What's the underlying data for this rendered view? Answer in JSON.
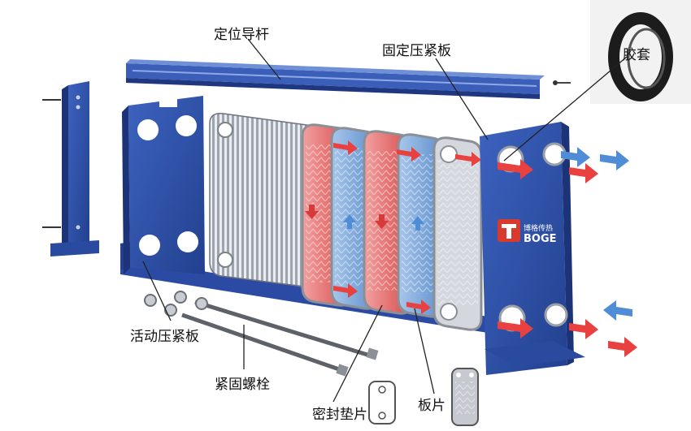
{
  "labels": {
    "guide_rod": "定位导杆",
    "fixed_plate": "固定压紧板",
    "gasket_ring": "胶套",
    "movable_plate": "活动压紧板",
    "tie_bolt": "紧固螺栓",
    "seal_gasket": "密封垫片",
    "plate": "板片"
  },
  "brand": {
    "name_cn": "博格传热",
    "name_en": "BOGE"
  },
  "colors": {
    "frame_blue": "#2d4fa6",
    "hot_red": "#e8413f",
    "cold_blue": "#4f8ed6",
    "plate_steel": "#bfc4cc"
  }
}
